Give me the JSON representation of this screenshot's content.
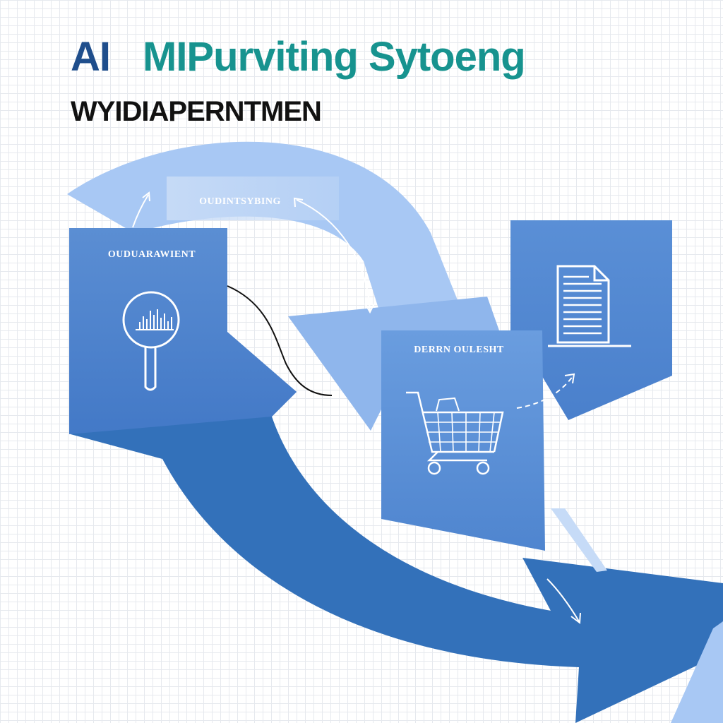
{
  "header": {
    "title_prefix": "AI",
    "title_main": "MIPurviting Sytoeng",
    "subtitle": "WYIDIAPERNTMEN"
  },
  "diagram": {
    "top_label": "OUDINTSYBING",
    "left_card_label": "OUDUARAWIENT",
    "center_card_label": "DERRN OULESHT"
  },
  "colors": {
    "light_arrow": "#a8c8f4",
    "dark_arrow": "#3371ba",
    "card_left": "#4a83cf",
    "card_center": "#5d92d8",
    "card_right": "#4f86d0",
    "title_prefix": "#1f4e8c",
    "title_main": "#17938f"
  },
  "icons": [
    "magnifier-chart-icon",
    "shopping-cart-icon",
    "document-icon"
  ]
}
